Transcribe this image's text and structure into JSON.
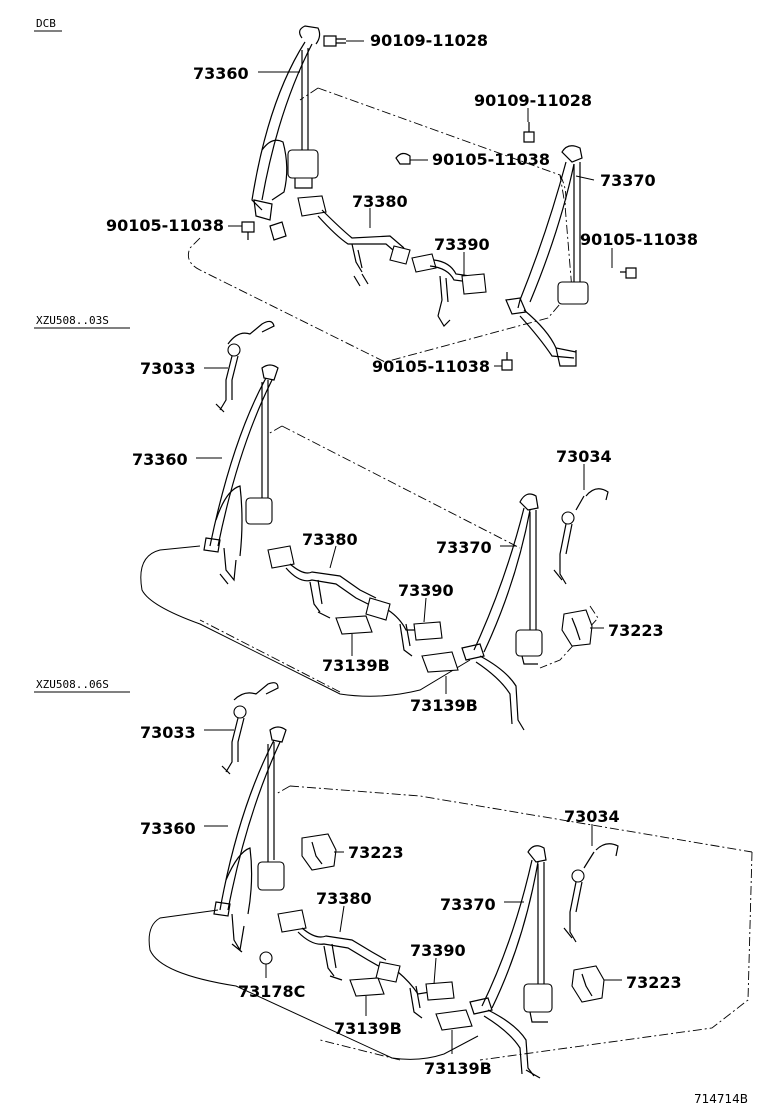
{
  "sections": [
    {
      "header": "DCB",
      "labels": [
        "73360",
        "90109-11028",
        "90109-11028",
        "90105-11038",
        "73370",
        "73380",
        "90105-11038",
        "73390",
        "90105-11038",
        "90105-11038"
      ]
    },
    {
      "header": "XZU508..03S",
      "labels": [
        "73033",
        "73360",
        "73034",
        "73380",
        "73370",
        "73390",
        "73223",
        "73139B",
        "73139B"
      ]
    },
    {
      "header": "XZU508..06S",
      "labels": [
        "73033",
        "73360",
        "73223",
        "73034",
        "73380",
        "73370",
        "73390",
        "73223",
        "73178C",
        "73139B",
        "73139B"
      ]
    }
  ],
  "diagram_ref": "714714B"
}
